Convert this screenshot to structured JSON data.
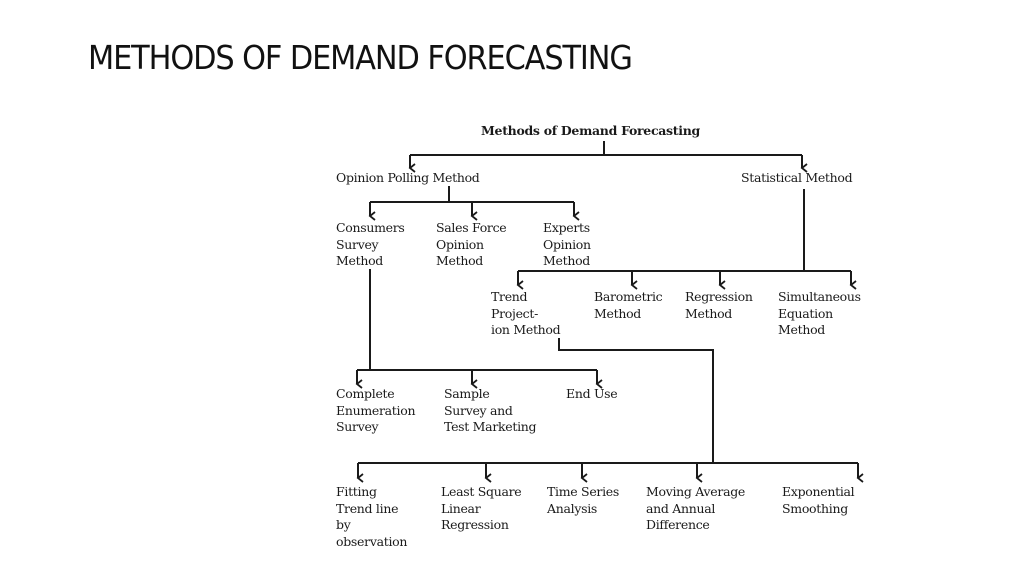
{
  "slide": {
    "title": "METHODS OF DEMAND FORECASTING"
  },
  "diagram": {
    "root": "Methods of Demand Forecasting",
    "level1": {
      "opinion": "Opinion Polling Method",
      "statistical": "Statistical Method"
    },
    "opinion_children": [
      {
        "label": "Consumers\nSurvey\nMethod"
      },
      {
        "label": "Sales Force\nOpinion\nMethod"
      },
      {
        "label": "Experts\nOpinion\nMethod"
      }
    ],
    "statistical_children": [
      {
        "label": "Trend\nProject-\nion Method"
      },
      {
        "label": "Barometric\nMethod"
      },
      {
        "label": "Regression\nMethod"
      },
      {
        "label": "Simultaneous\nEquation\nMethod"
      }
    ],
    "consumer_survey_children": [
      {
        "label": "Complete\nEnumeration\nSurvey"
      },
      {
        "label": "Sample\nSurvey and\nTest Marketing"
      },
      {
        "label": "End Use"
      }
    ],
    "trend_projection_children": [
      {
        "label": "Fitting\nTrend line\nby\nobservation"
      },
      {
        "label": "Least Square\nLinear\nRegression"
      },
      {
        "label": "Time Series\nAnalysis"
      },
      {
        "label": "Moving Average\nand Annual\nDifference"
      },
      {
        "label": "Exponential\nSmoothing"
      }
    ]
  }
}
